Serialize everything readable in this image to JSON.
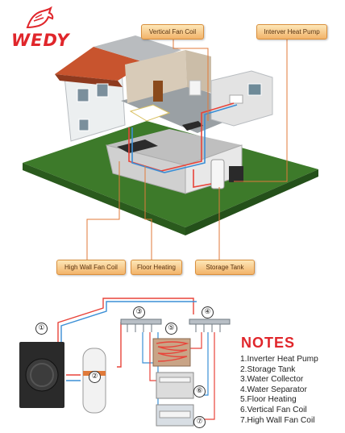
{
  "brand": {
    "name": "WEDY"
  },
  "callouts": {
    "vertical_fan_coil": "Vertical Fan Coil",
    "inverter_heat_pump": "Interver Heat Pump",
    "high_wall_fan_coil": "High Wall Fan Coil",
    "floor_heating": "Floor Heating",
    "storage_tank": "Storage Tank"
  },
  "markers": [
    "①",
    "②",
    "③",
    "④",
    "⑤",
    "⑥",
    "⑦"
  ],
  "notes": {
    "title": "NOTES",
    "items": [
      "1.Inverter Heat Pump",
      "2.Storage Tank",
      "3.Water Collector",
      "4.Water Separator",
      "5.Floor Heating",
      "6.Vertical Fan Coil",
      "7.High Wall Fan Coil"
    ]
  },
  "colors": {
    "accent_red": "#e0262b",
    "callout_orange": "#f2b36a",
    "pipe_red": "#e8443a",
    "pipe_blue": "#3b8fd6",
    "grass": "#3d7a2a"
  }
}
